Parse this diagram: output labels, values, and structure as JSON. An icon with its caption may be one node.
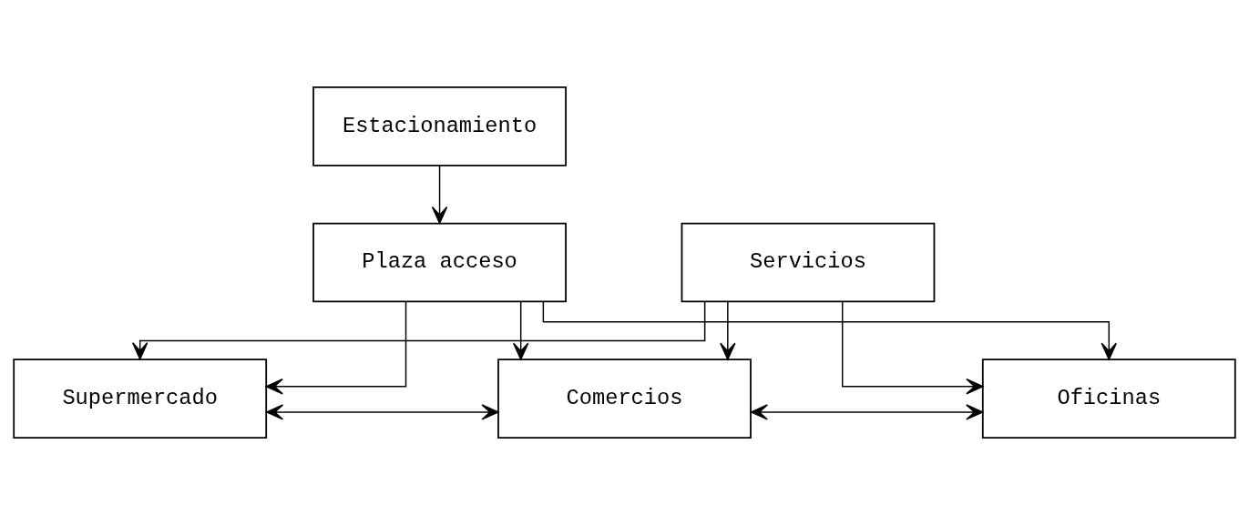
{
  "diagram": {
    "nodes": [
      {
        "text": [
          "Estacionamiento"
        ]
      },
      {
        "text": [
          "Plaza acceso"
        ]
      },
      {
        "text": [
          "Supermercado"
        ]
      },
      {
        "text": [
          "Comercios"
        ]
      },
      {
        "text": [
          "Oficinas"
        ]
      },
      {
        "text": [
          "Servicios"
        ]
      }
    ],
    "edges": [
      {
        "from": 0,
        "to": 1,
        "arrow": "to"
      },
      {
        "from": 1,
        "to": 2,
        "arrow": "to"
      },
      {
        "from": 1,
        "to": 3,
        "arrow": "to"
      },
      {
        "from": 1,
        "to": 4,
        "arrow": "to"
      },
      {
        "from": 2,
        "to": 3,
        "arrow": "both"
      },
      {
        "from": 3,
        "to": 4,
        "arrow": "both"
      },
      {
        "from": 5,
        "to": 2,
        "arrow": "to"
      },
      {
        "from": 5,
        "to": 3,
        "arrow": "to"
      },
      {
        "from": 5,
        "to": 4,
        "arrow": "to"
      }
    ]
  }
}
